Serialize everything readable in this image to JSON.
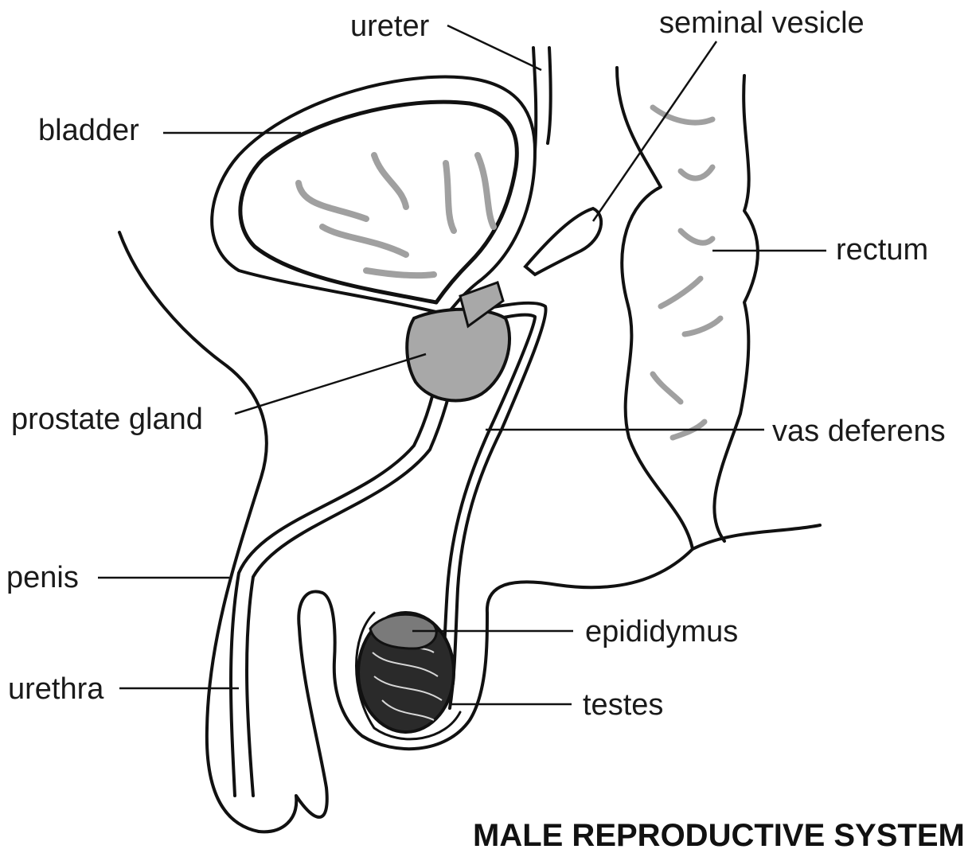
{
  "diagram": {
    "title": "MALE REPRODUCTIVE SYSTEM",
    "labels": {
      "ureter": "ureter",
      "seminal_vesicle": "seminal vesicle",
      "bladder": "bladder",
      "rectum": "rectum",
      "prostate_gland": "prostate gland",
      "vas_deferens": "vas deferens",
      "penis": "penis",
      "epididymus": "epididymus",
      "urethra": "urethra",
      "testes": "testes"
    },
    "colors": {
      "outline": "#111111",
      "gland_fill": "#a8a8a8",
      "fold_stroke": "#a0a0a0",
      "background": "#ffffff"
    }
  }
}
